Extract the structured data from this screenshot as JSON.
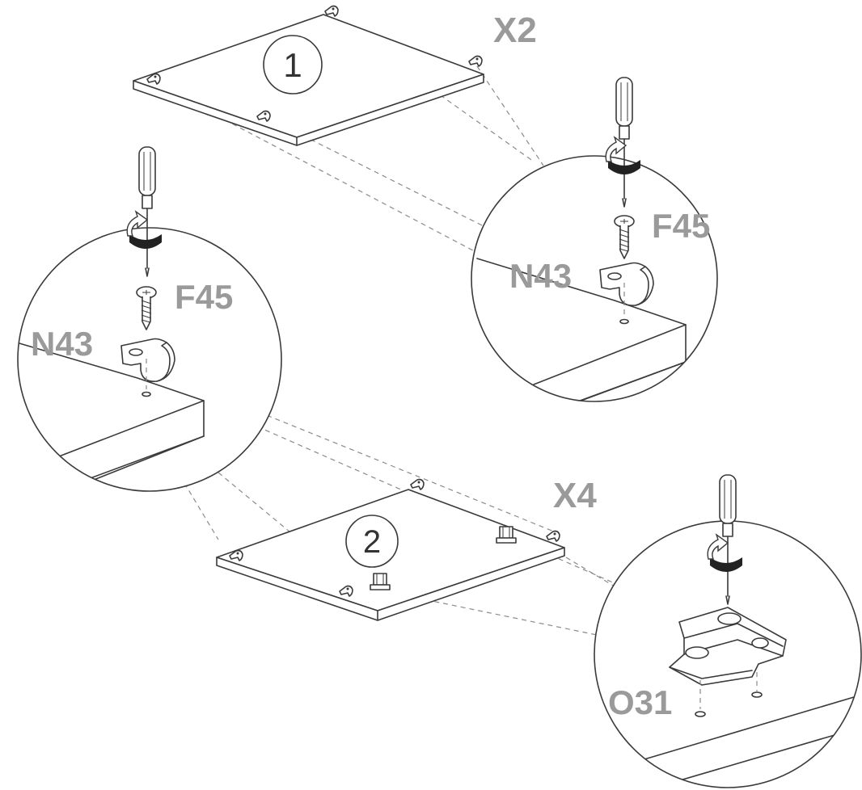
{
  "panel_1": {
    "step_number": "1",
    "multiplier": "X2"
  },
  "panel_2": {
    "step_number": "2",
    "multiplier": "X4"
  },
  "detail_left": {
    "screw_code": "F45",
    "bracket_code": "N43"
  },
  "detail_right": {
    "screw_code": "F45",
    "bracket_code": "N43"
  },
  "detail_bottom": {
    "hinge_code": "O31"
  },
  "colors": {
    "label_gray": "#9a9a9a",
    "line": "#3a3a3a",
    "dash": "#8a8a8a"
  }
}
